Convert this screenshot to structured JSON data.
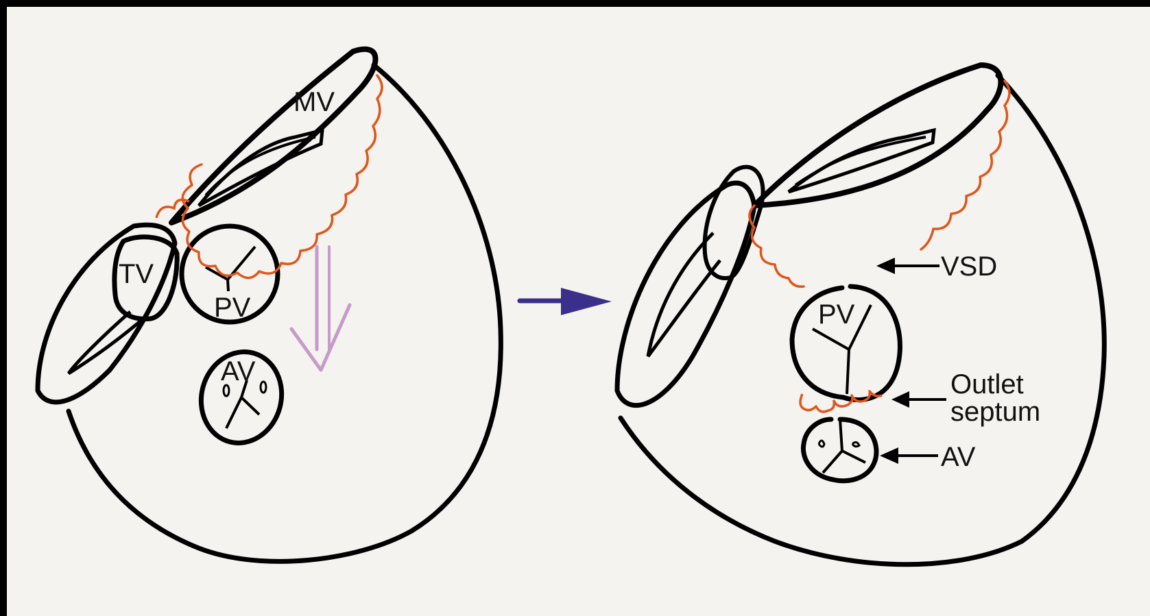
{
  "colors": {
    "ink": "#000000",
    "muscle_band": "#e0561c",
    "flow_arrow": "#c79ac9",
    "transition_arrow": "#3b2f8c",
    "paper": "#f4f3ef",
    "frame": "#000000"
  },
  "left_heart": {
    "labels": {
      "mv": "MV",
      "tv": "TV",
      "pv": "PV",
      "av": "AV"
    }
  },
  "right_heart": {
    "labels": {
      "pv": "PV",
      "vsd": "VSD",
      "outlet_septum_line1": "Outlet",
      "outlet_septum_line2": "septum",
      "av": "AV"
    }
  },
  "icons": {
    "transition": "right-arrow-icon",
    "flow": "down-arrow-icon",
    "pointer": "left-arrow-icon"
  }
}
